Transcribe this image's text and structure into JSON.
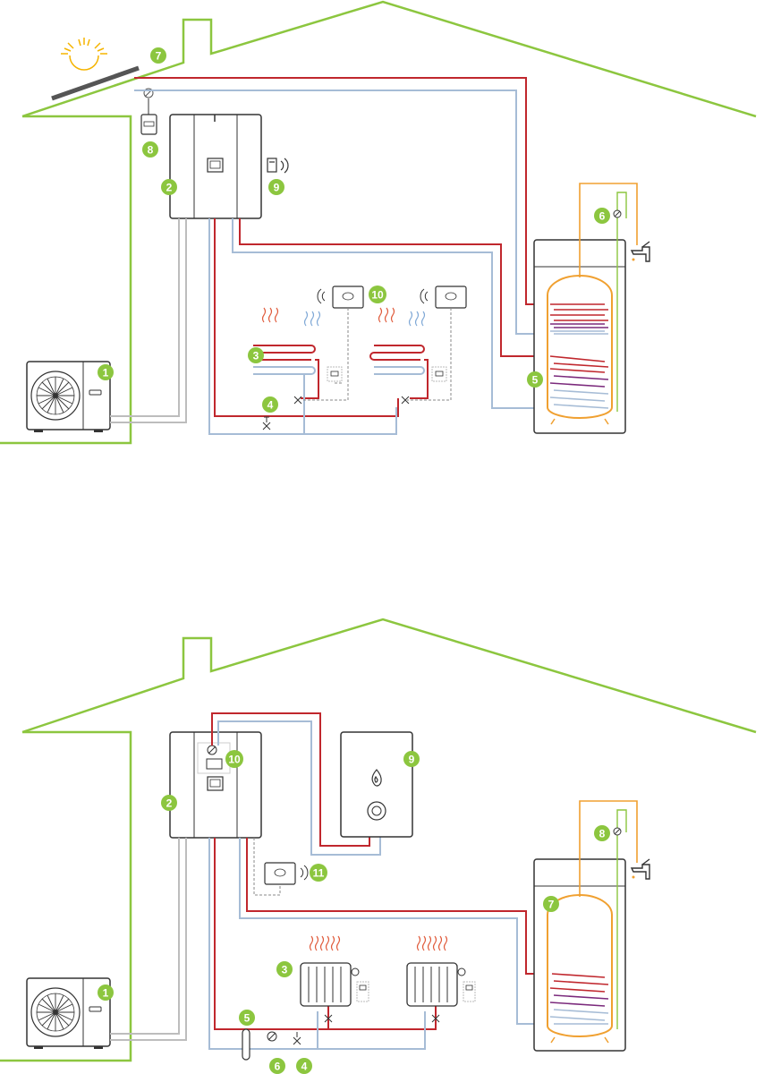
{
  "colors": {
    "house_outline": "#8cc63f",
    "badge": "#8cc63f",
    "hot_pipe": "#c0272d",
    "cold_pipe": "#a6bcd6",
    "dhw_pipe": "#f0a030",
    "coil_purple": "#7b2a7c",
    "unit_stroke": "#333333",
    "refrigerant_pipe": "#bdbdbd",
    "sun": "#f5b400"
  },
  "diagram_top": {
    "badges": [
      {
        "id": "outdoor-unit",
        "label": "1"
      },
      {
        "id": "hydrobox",
        "label": "2"
      },
      {
        "id": "underfloor-heating",
        "label": "3"
      },
      {
        "id": "mixing-valve",
        "label": "4"
      },
      {
        "id": "dhw-tank",
        "label": "5"
      },
      {
        "id": "thermostatic-mixer",
        "label": "6"
      },
      {
        "id": "solar-panel",
        "label": "7"
      },
      {
        "id": "solar-controller",
        "label": "8"
      },
      {
        "id": "wireless-receiver",
        "label": "9"
      },
      {
        "id": "room-thermostat",
        "label": "10"
      }
    ]
  },
  "diagram_bottom": {
    "badges": [
      {
        "id": "outdoor-unit",
        "label": "1"
      },
      {
        "id": "hydrobox",
        "label": "2"
      },
      {
        "id": "radiator",
        "label": "3"
      },
      {
        "id": "valve",
        "label": "4"
      },
      {
        "id": "buffer",
        "label": "5"
      },
      {
        "id": "filter",
        "label": "6"
      },
      {
        "id": "dhw-tank",
        "label": "7"
      },
      {
        "id": "thermostatic-mixer",
        "label": "8"
      },
      {
        "id": "gas-boiler",
        "label": "9"
      },
      {
        "id": "three-way-valve",
        "label": "10"
      },
      {
        "id": "room-thermostat",
        "label": "11"
      }
    ]
  }
}
